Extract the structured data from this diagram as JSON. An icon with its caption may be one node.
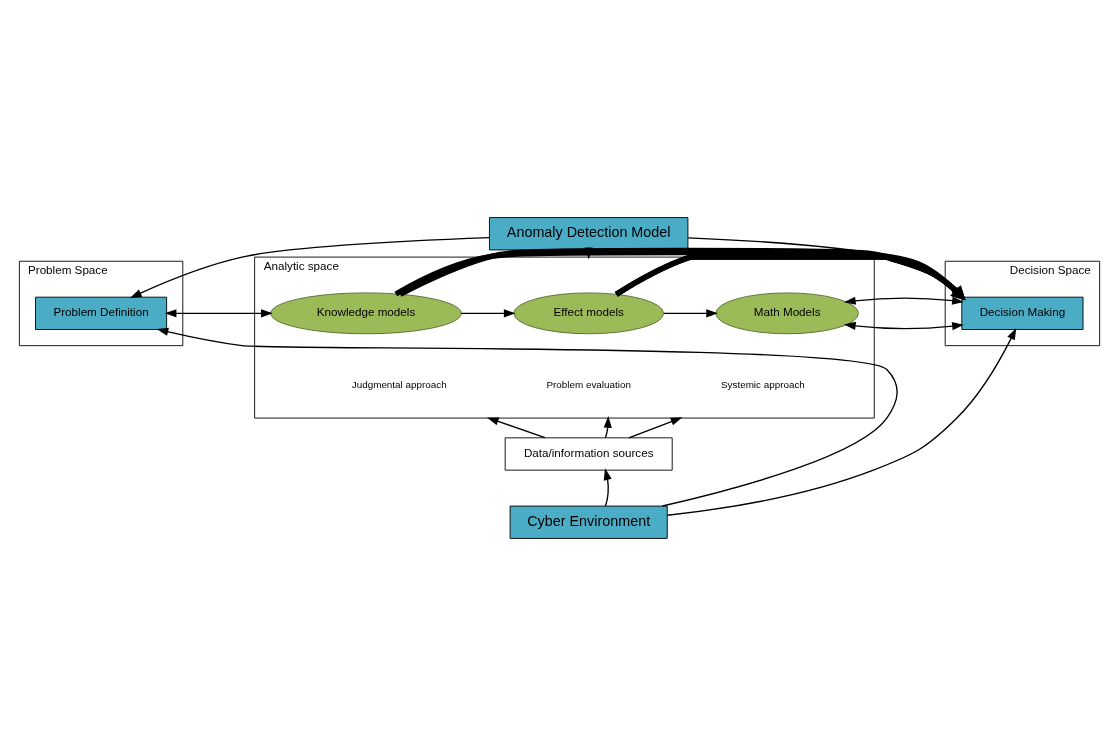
{
  "diagram": {
    "nodes": [
      {
        "text": [
          "Anomaly Detection Model"
        ]
      },
      {
        "text": [
          "Problem Space"
        ]
      },
      {
        "text": [
          "Problem Definition"
        ],
        "in": 1
      },
      {
        "text": [
          "Analytic space"
        ]
      },
      {
        "text": [
          "Knowledge models"
        ],
        "in": 3
      },
      {
        "text": [
          "Effect models"
        ],
        "in": 3
      },
      {
        "text": [
          "Math Models"
        ],
        "in": 3
      },
      {
        "text": [
          "Decision Space"
        ]
      },
      {
        "text": [
          "Decision Making"
        ],
        "in": 7
      },
      {
        "text": [
          "Data/information sources"
        ]
      },
      {
        "text": [
          "Cyber Environment"
        ]
      }
    ],
    "edges": [
      {
        "from": 0,
        "to": 2,
        "arrow": "to"
      },
      {
        "from": 0,
        "to": 3,
        "arrow": "to"
      },
      {
        "from": 0,
        "to": 8,
        "arrow": "to"
      },
      {
        "from": 2,
        "to": 4,
        "arrow": "both"
      },
      {
        "from": 4,
        "to": 5,
        "arrow": "to"
      },
      {
        "from": 5,
        "to": 6,
        "arrow": "to"
      },
      {
        "from": 6,
        "to": 8,
        "arrow": "both"
      },
      {
        "from": 4,
        "to": 8,
        "arrow": "to",
        "style": "thick"
      },
      {
        "from": 5,
        "to": 8,
        "arrow": "to",
        "style": "thick"
      },
      {
        "from": 9,
        "to": 3,
        "arrow": "to"
      },
      {
        "from": 9,
        "to": 3,
        "arrow": "to"
      },
      {
        "from": 9,
        "to": 3,
        "arrow": "to"
      },
      {
        "from": 10,
        "to": 9,
        "arrow": "to"
      },
      {
        "from": 10,
        "to": 2,
        "arrow": "to"
      },
      {
        "from": 10,
        "to": 8,
        "arrow": "to"
      }
    ],
    "labels": [
      "Judgmental approach",
      "Problem evaluation",
      "Systemic approach"
    ]
  }
}
